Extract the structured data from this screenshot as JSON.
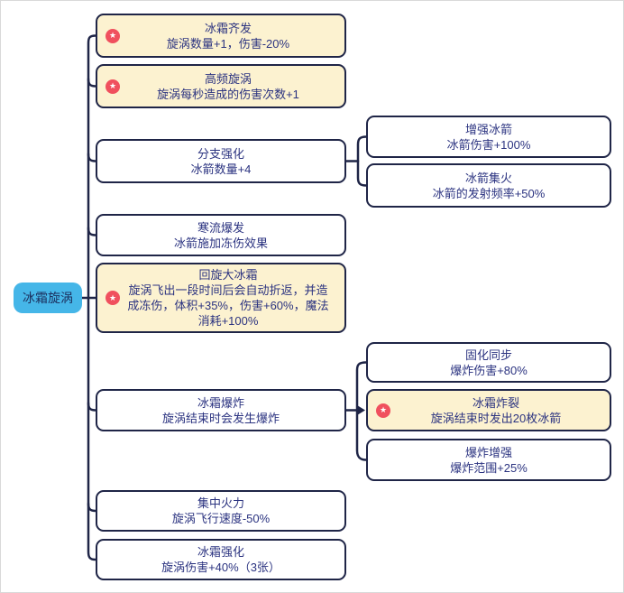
{
  "root_label": "冰霜旋涡",
  "branches": [
    {
      "title": "冰霜齐发",
      "desc": "旋涡数量+1，伤害-20%",
      "starred": true
    },
    {
      "title": "高频旋涡",
      "desc": "旋涡每秒造成的伤害次数+1",
      "starred": true
    },
    {
      "title": "分支强化",
      "desc": "冰箭数量+4",
      "starred": false,
      "children": [
        {
          "title": "增强冰箭",
          "desc": "冰箭伤害+100%",
          "starred": false
        },
        {
          "title": "冰箭集火",
          "desc": "冰箭的发射频率+50%",
          "starred": false
        }
      ]
    },
    {
      "title": "寒流爆发",
      "desc": "冰箭施加冻伤效果",
      "starred": false
    },
    {
      "title": "回旋大冰霜",
      "desc": "旋涡飞出一段时间后会自动折返，并造成冻伤，体积+35%，伤害+60%，魔法消耗+100%",
      "starred": true
    },
    {
      "title": "冰霜爆炸",
      "desc": "旋涡结束时会发生爆炸",
      "starred": false,
      "children": [
        {
          "title": "固化同步",
          "desc": "爆炸伤害+80%",
          "starred": false
        },
        {
          "title": "冰霜炸裂",
          "desc": "旋涡结束时发出20枚冰箭",
          "starred": true
        },
        {
          "title": "爆炸增强",
          "desc": "爆炸范围+25%",
          "starred": false
        }
      ]
    },
    {
      "title": "集中火力",
      "desc": "旋涡飞行速度-50%",
      "starred": false
    },
    {
      "title": "冰霜强化",
      "desc": "旋涡伤害+40%（3张）",
      "starred": false
    }
  ],
  "icons": {
    "star": "★"
  },
  "colors": {
    "highlight_bg": "#fcf2d0",
    "node_bg": "#ffffff",
    "border": "#1f2547",
    "text": "#2b3380",
    "root_bg": "#45b6e8",
    "star_bg": "#f0505e",
    "line": "#1f2547"
  }
}
